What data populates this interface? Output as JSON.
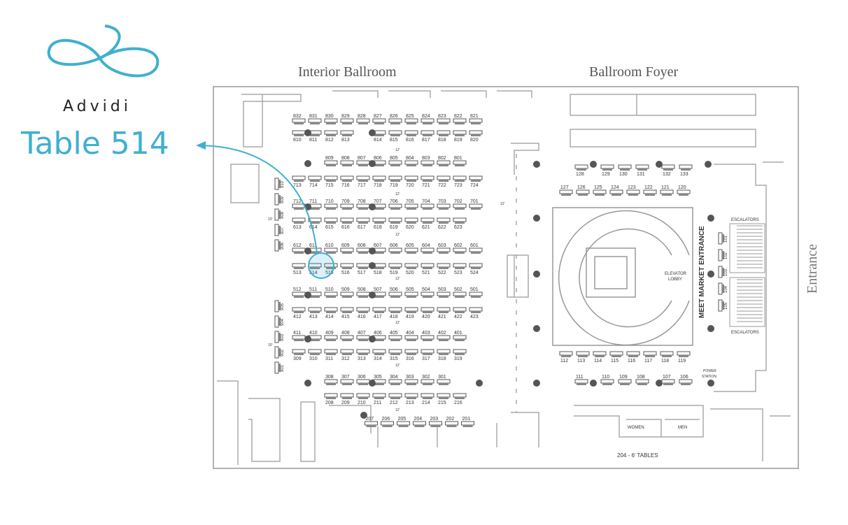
{
  "brand": {
    "name": "Advidi",
    "callout": "Table 514"
  },
  "headers": {
    "left": "Interior Ballroom",
    "right": "Ballroom Foyer",
    "entrance": "Entrance"
  },
  "labels": {
    "elevator_1": "ELEVATOR",
    "elevator_2": "LOBBY",
    "meet_market": "MEET MARKET ENTRANCE",
    "escalators_top": "ESCALATORS",
    "escalators_bottom": "ESCALATORS",
    "women": "WOMEN",
    "men": "MEN",
    "power_1": "POWER",
    "power_2": "STATION",
    "tables_note": "204 - 6' TABLES",
    "spacing": "12'",
    "spacing_side": "10'",
    "spacing_aisle": "12'"
  },
  "colors": {
    "accent": "#3fb0d0",
    "ink": "#333333",
    "line": "#999999"
  },
  "highlight_table": "514",
  "rows": [
    {
      "top": [
        832,
        831,
        830,
        829,
        828,
        827,
        826,
        825,
        824,
        823,
        822,
        821
      ],
      "bottom": [
        810,
        811,
        812,
        813,
        null,
        814,
        815,
        816,
        817,
        818,
        819,
        820
      ]
    },
    {
      "top": [
        null,
        809,
        808,
        807,
        806,
        805,
        804,
        803,
        802,
        801
      ],
      "bottom": [
        713,
        714,
        715,
        716,
        717,
        718,
        719,
        720,
        721,
        722,
        723,
        724
      ]
    },
    {
      "top": [
        712,
        711,
        710,
        709,
        708,
        707,
        706,
        705,
        704,
        703,
        702,
        701
      ],
      "bottom": [
        613,
        614,
        615,
        616,
        617,
        618,
        619,
        620,
        621,
        622,
        623
      ]
    },
    {
      "top": [
        612,
        611,
        610,
        609,
        608,
        607,
        606,
        605,
        604,
        603,
        602,
        601
      ],
      "bottom": [
        513,
        514,
        515,
        516,
        517,
        518,
        519,
        520,
        521,
        522,
        523,
        524
      ]
    },
    {
      "top": [
        512,
        511,
        510,
        509,
        508,
        507,
        506,
        505,
        504,
        503,
        502,
        501
      ],
      "bottom": [
        412,
        413,
        414,
        415,
        416,
        417,
        418,
        419,
        420,
        421,
        422,
        423
      ]
    },
    {
      "top": [
        411,
        410,
        409,
        408,
        407,
        406,
        405,
        404,
        403,
        402,
        401
      ],
      "bottom": [
        309,
        310,
        311,
        312,
        313,
        314,
        315,
        316,
        317,
        318,
        319
      ]
    },
    {
      "top": [
        308,
        307,
        306,
        305,
        304,
        303,
        302,
        301
      ],
      "bottom": [
        208,
        209,
        210,
        211,
        212,
        213,
        214,
        215,
        216
      ]
    },
    {
      "top": [
        207,
        206,
        205,
        204,
        203,
        202,
        201
      ],
      "bottom": []
    }
  ],
  "side_tables_left_top": [
    910,
    909,
    908,
    907,
    906
  ],
  "side_tables_left_bottom": [
    905,
    904,
    903,
    902,
    901
  ],
  "foyer_row_1": [
    128,
    129,
    130,
    131,
    132,
    133
  ],
  "foyer_row_2": [
    127,
    126,
    125,
    124,
    123,
    122,
    121,
    120
  ],
  "foyer_row_3": [
    112,
    113,
    114,
    115,
    116,
    117,
    118,
    119
  ],
  "foyer_row_4": [
    111,
    110,
    109,
    108,
    107,
    106
  ],
  "foyer_vertical": [
    101,
    102,
    103,
    104,
    105
  ]
}
